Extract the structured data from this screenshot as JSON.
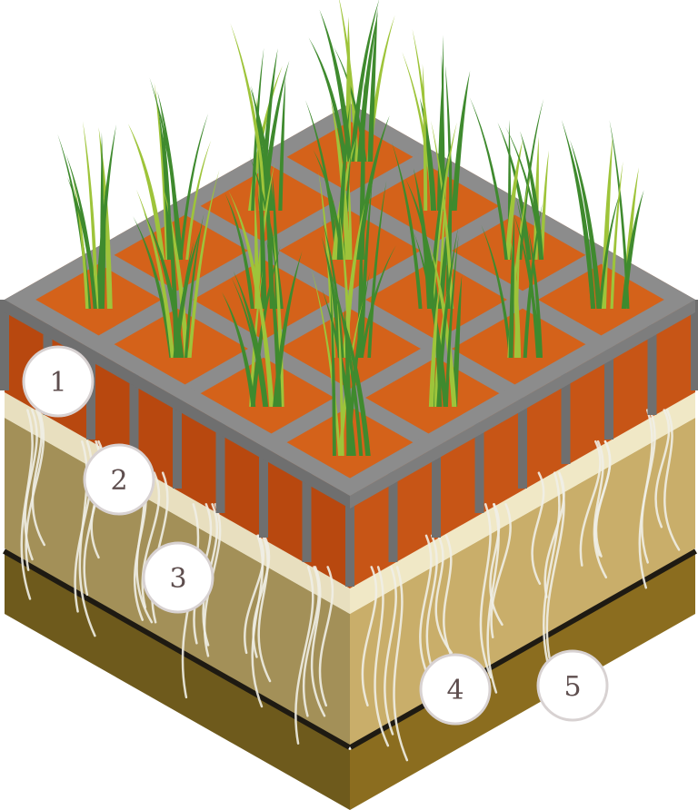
{
  "diagram": {
    "callouts": [
      {
        "id": "1",
        "label": "1"
      },
      {
        "id": "2",
        "label": "2"
      },
      {
        "id": "3",
        "label": "3"
      },
      {
        "id": "4",
        "label": "4"
      },
      {
        "id": "5",
        "label": "5"
      }
    ],
    "colors": {
      "grass_dark": "#3f8a2e",
      "grass_light": "#9ec43a",
      "soil_top": "#d4621a",
      "soil_side_left": "#b8480f",
      "soil_side_right": "#c75516",
      "grid_top": "#8c8c8c",
      "grid_side": "#6f6f6f",
      "sand_left": "#e8dfbf",
      "sand_right": "#f0e8c6",
      "earth_left": "#a39058",
      "earth_right": "#c9ae6a",
      "base_left": "#6e5a1c",
      "base_right": "#8b6d1f",
      "separator": "#1e1a12",
      "roots": "#f0eee6",
      "callout_fill": "#ffffff",
      "callout_stroke": "#d8d2d2"
    }
  }
}
